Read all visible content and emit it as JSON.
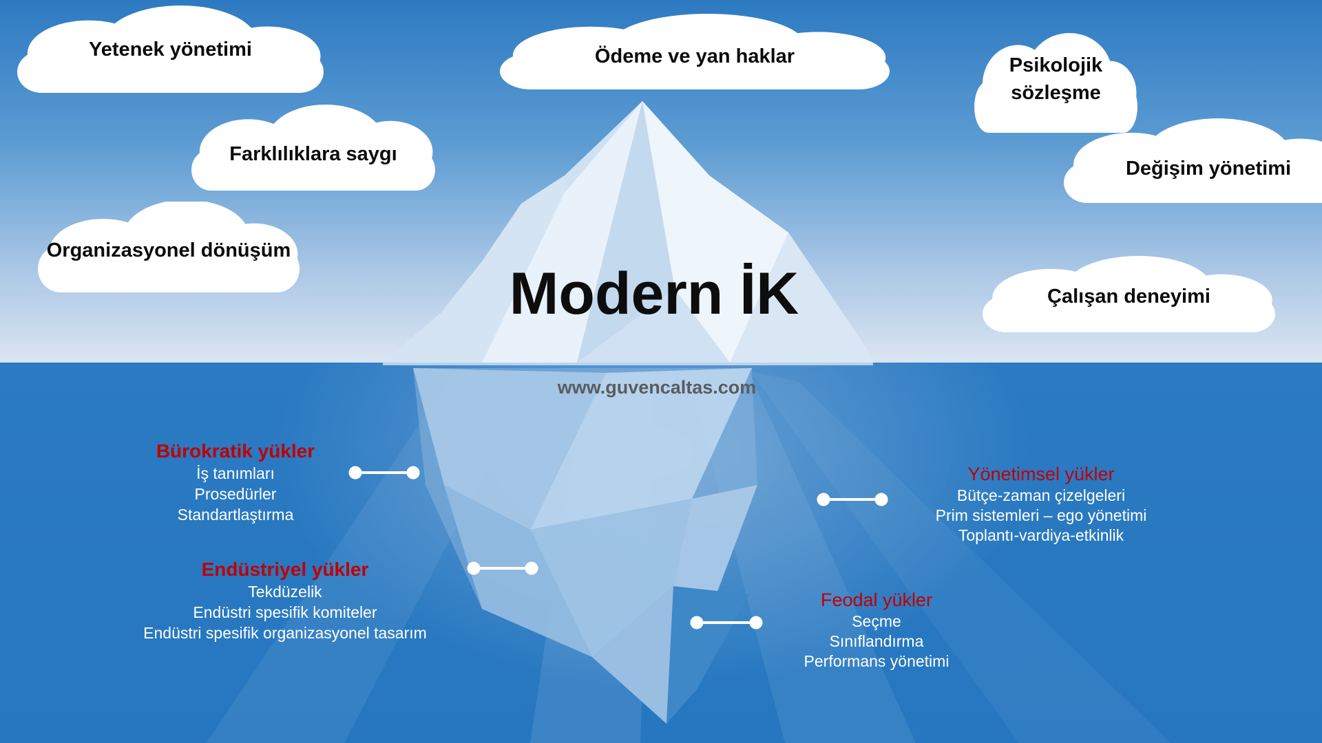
{
  "title": "Modern İK",
  "website": "www.guvencaltas.com",
  "clouds": [
    {
      "label": "Yetenek yönetimi"
    },
    {
      "label": "Ödeme ve yan haklar"
    },
    {
      "label": "Psikolojik sözleşme"
    },
    {
      "label": "Farklılıklara saygı"
    },
    {
      "label": "Değişim yönetimi"
    },
    {
      "label": "Organizasyonel dönüşüm"
    },
    {
      "label": "Çalışan deneyimi"
    }
  ],
  "sections": [
    {
      "heading": "Bürokratik yükler",
      "items": [
        "İş tanımları",
        "Prosedürler",
        "Standartlaştırma"
      ]
    },
    {
      "heading": "Endüstriyel yükler",
      "items": [
        "Tekdüzelik",
        "Endüstri spesifik komiteler",
        "Endüstri spesifik organizasyonel tasarım"
      ]
    },
    {
      "heading": "Yönetimsel yükler",
      "items": [
        "Bütçe-zaman çizelgeleri",
        "Prim sistemleri – ego yönetimi",
        "Toplantı-vardiya-etkinlik"
      ]
    },
    {
      "heading": "Feodal yükler",
      "items": [
        "Seçme",
        "Sınıflandırma",
        "Performans yönetimi"
      ]
    }
  ],
  "colors": {
    "heading_red": "#c00000",
    "sky_top": "#2d7ac2",
    "sky_bottom": "#dbe5f1",
    "sea": "#2b7ac2",
    "cloud": "#ffffff",
    "iceberg_light": "#eef5fb",
    "iceberg_dark_facet": "#3e88c8",
    "title_text": "#0d0d0d",
    "website_text": "#595c60",
    "item_text": "#ffffff"
  }
}
